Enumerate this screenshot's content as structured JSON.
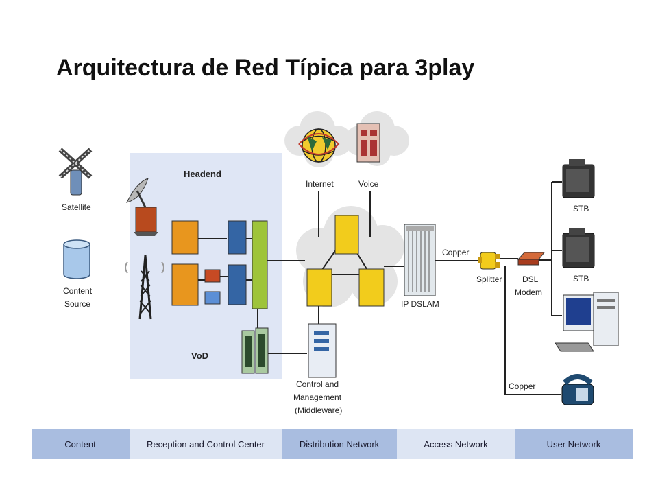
{
  "title": "Arquitectura de Red Típica para 3play",
  "nodes": {
    "satellite": "Satellite",
    "content_source": [
      "Content",
      "Source"
    ],
    "headend": "Headend",
    "vod": "VoD",
    "internet": "Internet",
    "voice": "Voice",
    "control_mgmt": [
      "Control and",
      "Management",
      "(Middleware)"
    ],
    "ip_dslam": "IP DSLAM",
    "copper_top": "Copper",
    "splitter": "Splitter",
    "dsl_modem": [
      "DSL",
      "Modem"
    ],
    "stb_1": "STB",
    "stb_2": "STB",
    "copper_bottom": "Copper"
  },
  "bands": [
    "Content",
    "Reception and Control Center",
    "Distribution Network",
    "Access Network",
    "User Network"
  ],
  "colors": {
    "headend_bg": "#dfe6f5",
    "band_dark": "#a9bde0",
    "band_light": "#dde5f3",
    "orange": "#e8961e",
    "blue": "#3465a4",
    "green": "#9ec43a",
    "yellow": "#f2cc1c",
    "cloud": "#e4e4e4"
  }
}
